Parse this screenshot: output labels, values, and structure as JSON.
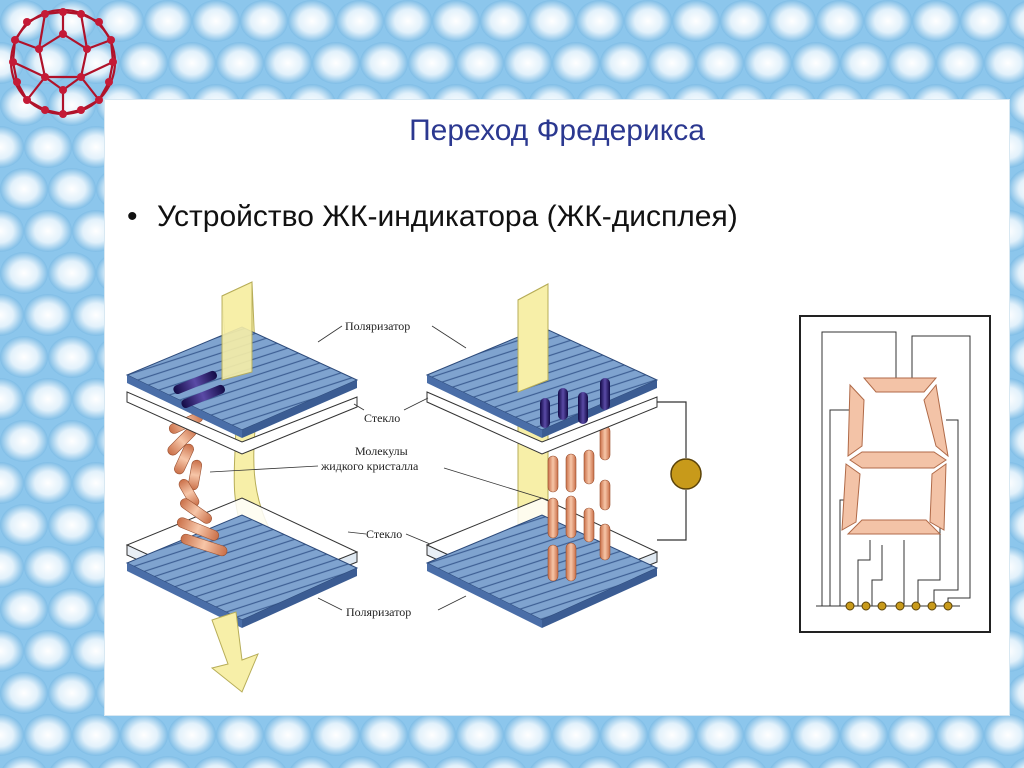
{
  "slide": {
    "title": "Переход Фредерикса",
    "bullet": "Устройство ЖК-индикатора (ЖК-дисплея)"
  },
  "diagram": {
    "labels": {
      "polarizer_top": "Поляризатор",
      "glass_top": "Стекло",
      "molecules_line1": "Молекулы",
      "molecules_line2": "жидкого кристалла",
      "glass_bottom": "Стекло",
      "polarizer_bottom": "Поляризатор"
    }
  },
  "colors": {
    "title": "#2b3890",
    "polarizer": "#7fa3cf",
    "molecule": "#e7a07d",
    "molecule_dark": "#2a1c6b",
    "light_beam": "#f7efa8",
    "segment": "#f3c3a7",
    "fullerene": "#b0122a"
  },
  "icons": [
    "fullerene-icon",
    "voltage-source-icon",
    "seven-segment-icon"
  ]
}
